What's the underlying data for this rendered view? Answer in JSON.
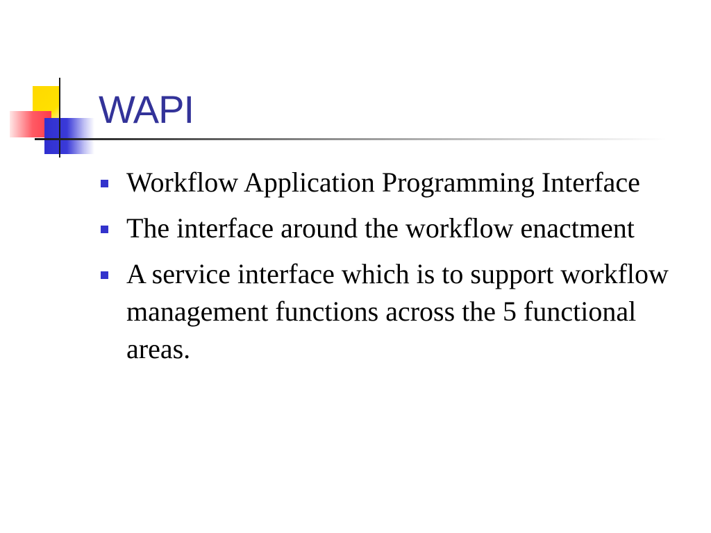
{
  "slide": {
    "title": "WAPI",
    "bullets": [
      {
        "text": "Workflow Application Programming Interface"
      },
      {
        "text": "The interface around the workflow enactment"
      },
      {
        "text": "A service interface which is to support workflow management functions across the 5 functional areas."
      }
    ]
  },
  "colors": {
    "title": "#333399",
    "bullet_marker": "#3333cc",
    "body_text": "#000000",
    "deco_yellow": "#ffd800",
    "deco_red": "#ff3b4a",
    "deco_blue": "#2f2fd0"
  }
}
